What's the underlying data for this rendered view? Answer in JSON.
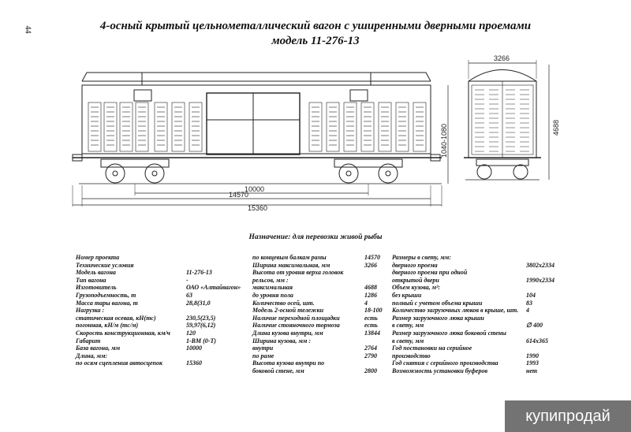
{
  "page_number": "44",
  "title_line1": "4-осный крытый цельнометаллический вагон с уширенными дверными проемами",
  "title_line2": "модель 11-276-13",
  "dims": {
    "d10000": "10000",
    "d14570": "14570",
    "d15360": "15360",
    "d3266": "3266",
    "d4688": "4688",
    "d1040": "1040-1080"
  },
  "purpose": "Назначение: для перевозки живой рыбы",
  "col1": [
    {
      "label": "Номер проекта",
      "value": ""
    },
    {
      "label": "Технические условия",
      "value": ""
    },
    {
      "label": "Модель вагона",
      "value": "11-276-13"
    },
    {
      "label": "Тип вагона",
      "value": "-"
    },
    {
      "label": "Изготовитель",
      "value": "ОАО «Алтайвагон»"
    },
    {
      "label": "Грузоподъемность, т",
      "value": "63"
    },
    {
      "label": "Масса тары вагона, т",
      "value": "28,8(31,0"
    },
    {
      "label": "Нагрузка :",
      "value": ""
    },
    {
      "label": "  статическая осевая, кН(тс)",
      "value": "230,5(23,5)"
    },
    {
      "label": "  погонная, кН/м (тс/м)",
      "value": "59,97(6,12)"
    },
    {
      "label": "Скорость конструкционная, км/ч",
      "value": "120"
    },
    {
      "label": "Габарит",
      "value": "1-ВМ (0-Т)"
    },
    {
      "label": "База вагона, мм",
      "value": "10000"
    },
    {
      "label": "Длина, мм:",
      "value": ""
    },
    {
      "label": "      по осям сцепления автосцепок",
      "value": "15360"
    }
  ],
  "col2": [
    {
      "label": "      по концевым балкам рамы",
      "value": "14570"
    },
    {
      "label": "Ширина максимальная, мм",
      "value": "3266"
    },
    {
      "label": "Высота от уровня верха головок",
      "value": ""
    },
    {
      "label": "рельсов, мм :",
      "value": ""
    },
    {
      "label": "        максимальная",
      "value": "4688"
    },
    {
      "label": "        до уровня пола",
      "value": "1286"
    },
    {
      "label": "Количество осей, шт.",
      "value": "4"
    },
    {
      "label": "Модель 2-осной тележки",
      "value": "18-100"
    },
    {
      "label": "Наличие переходной площадки",
      "value": "есть"
    },
    {
      "label": "Наличие стояночного тормоза",
      "value": "есть"
    },
    {
      "label": "Длина кузова внутри, мм",
      "value": "13844"
    },
    {
      "label": "Ширина кузова, мм :",
      "value": ""
    },
    {
      "label": "        внутри",
      "value": "2764"
    },
    {
      "label": "        по раме",
      "value": "2790"
    },
    {
      "label": "Высота кузова внутри по",
      "value": ""
    },
    {
      "label": "боковой стене, мм",
      "value": "2800"
    }
  ],
  "col3": [
    {
      "label": "Размеры в свету, мм:",
      "value": ""
    },
    {
      "label": "      дверного проема",
      "value": "3802x2334"
    },
    {
      "label": "      дверного проема при одной",
      "value": ""
    },
    {
      "label": "      открытой двери",
      "value": "1990x2334"
    },
    {
      "label": "Объем кузова, м³:",
      "value": ""
    },
    {
      "label": "      без крыши",
      "value": "104"
    },
    {
      "label": "      полный с учетом объема крыши",
      "value": "83"
    },
    {
      "label": "Количество загрузочных люков в крыше, шт.",
      "value": "4"
    },
    {
      "label": "Размер загрузочного люка крыши",
      "value": ""
    },
    {
      "label": "в свету, мм",
      "value": "∅ 400"
    },
    {
      "label": "Размер загрузочного люка боковой стены",
      "value": ""
    },
    {
      "label": "в свету, мм",
      "value": "614x365"
    },
    {
      "label": "Год постановки на серийное",
      "value": ""
    },
    {
      "label": "производство",
      "value": "1990"
    },
    {
      "label": "Год снятия с серийного производства",
      "value": "1993"
    },
    {
      "label": "Возможность установки буферов",
      "value": "нет"
    }
  ],
  "watermark": "купипродай"
}
